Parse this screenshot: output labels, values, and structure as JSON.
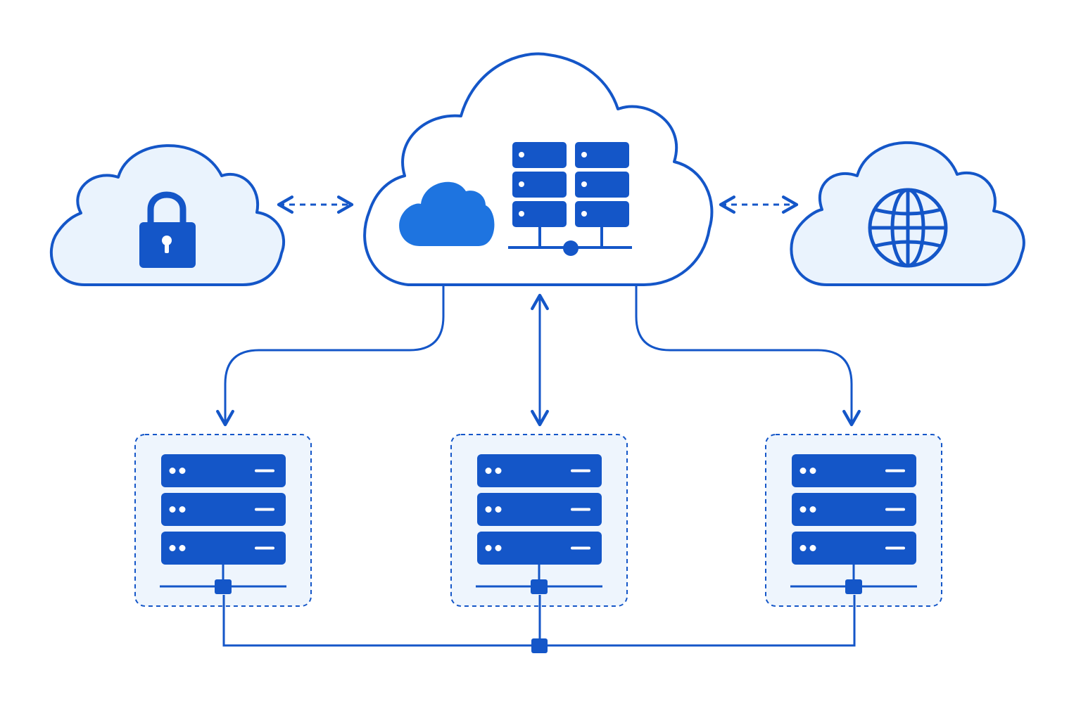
{
  "colors": {
    "primary": "#1456C8",
    "accent": "#1E74E0",
    "cloud_fill": "#EAF3FD",
    "cluster_fill": "#EEF5FD",
    "background": "#FFFFFF"
  },
  "icons": {
    "left_cloud": "lock-icon",
    "central_cloud": [
      "small-cloud-icon",
      "server-grid-icon"
    ],
    "right_cloud": "globe-icon",
    "server_cluster": "server-rack-icon",
    "junction": "network-node-icon"
  },
  "clusters": [
    {
      "id": "left",
      "rack_units": 3
    },
    {
      "id": "center",
      "rack_units": 3
    },
    {
      "id": "right",
      "rack_units": 3
    }
  ]
}
